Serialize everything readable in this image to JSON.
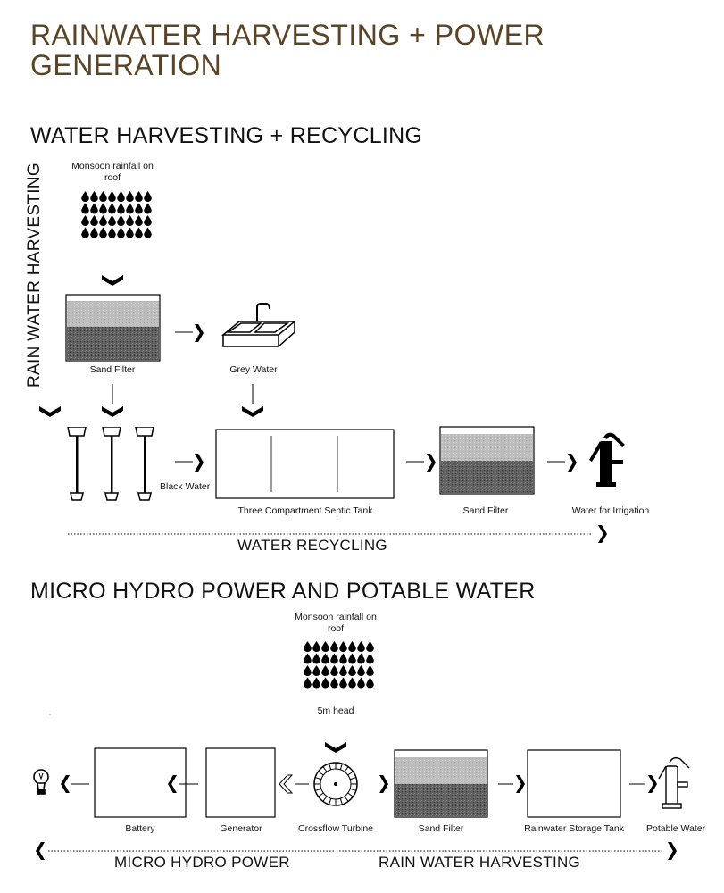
{
  "title": "RAINWATER HARVESTING + POWER GENERATION",
  "section1": {
    "heading": "WATER HARVESTING + RECYCLING",
    "side_label": "RAIN WATER HARVESTING",
    "rain_label": "Monsoon rainfall on roof",
    "sand_filter_1": "Sand Filter",
    "grey_water": "Grey Water",
    "black_water": "Black Water",
    "septic_tank": "Three Compartment Septic Tank",
    "sand_filter_2": "Sand Filter",
    "irrigation": "Water for Irrigation",
    "band_label": "WATER RECYCLING"
  },
  "section2": {
    "heading": "MICRO HYDRO POWER AND POTABLE WATER",
    "rain_label": "Monsoon rainfall on roof",
    "head_label": "5m head",
    "battery": "Battery",
    "generator": "Generator",
    "turbine": "Crossflow Turbine",
    "sand_filter": "Sand Filter",
    "storage_tank": "Rainwater Storage Tank",
    "potable": "Potable Water",
    "band_left": "MICRO HYDRO POWER",
    "band_right": "RAIN WATER HARVESTING"
  },
  "icons": {
    "raindrop": "raindrop-icon",
    "chevron": "chevron-icon",
    "sink": "sink-icon",
    "toilet": "toilet-icon",
    "pump": "hand-pump-icon",
    "bulb": "light-bulb-icon",
    "turbine": "turbine-icon"
  }
}
